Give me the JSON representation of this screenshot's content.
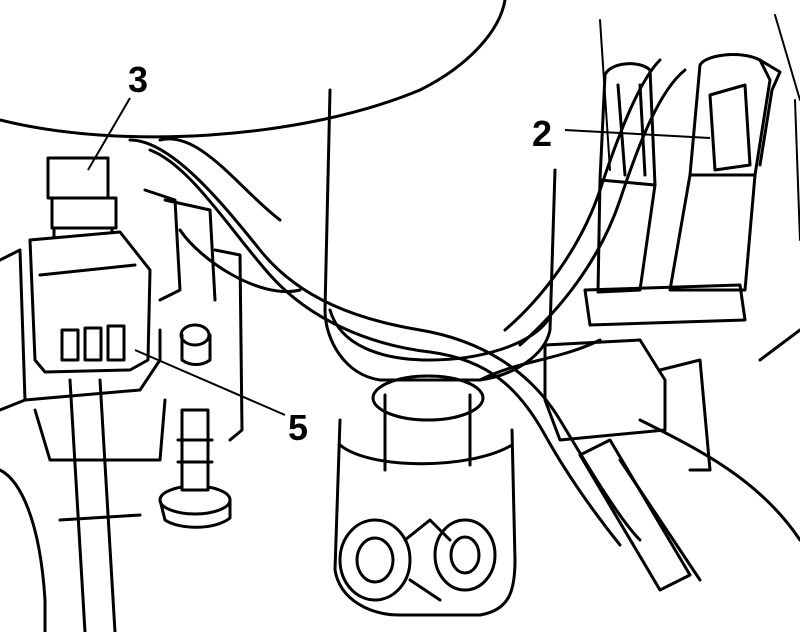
{
  "callouts": [
    {
      "id": "3",
      "text": "3"
    },
    {
      "id": "2",
      "text": "2"
    },
    {
      "id": "5",
      "text": "5"
    }
  ],
  "colors": {
    "line": "#000000",
    "background": "#ffffff"
  }
}
